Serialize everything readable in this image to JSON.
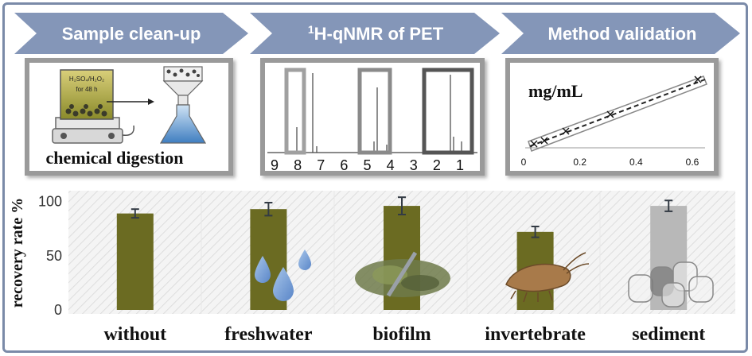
{
  "steps": [
    {
      "label": "Sample clean-up"
    },
    {
      "label_sup": "1",
      "label": "H-qNMR of PET"
    },
    {
      "label": "Method validation"
    }
  ],
  "panel1": {
    "beaker_text_1": "H₂SO₄/H₂O₂",
    "beaker_text_2": "for 48 h",
    "caption": "chemical digestion"
  },
  "panel2": {
    "axis_ticks": [
      "9",
      "8",
      "7",
      "6",
      "5",
      "4",
      "3",
      "2",
      "1"
    ]
  },
  "panel3": {
    "unit_label": "mg/mL",
    "axis_ticks": [
      "0",
      "0.2",
      "0.4",
      "0.6"
    ]
  },
  "colors": {
    "arrow": "#8496b8",
    "bar": "#6b6b22",
    "bar_sediment": "#b8b8b8",
    "frame": "#7a8aa8"
  },
  "chart_data": {
    "type": "bar",
    "categories": [
      "without",
      "freshwater",
      "biofilm",
      "invertebrate",
      "sediment"
    ],
    "values": [
      89,
      93,
      96,
      72,
      96
    ],
    "errors": [
      4,
      6,
      8,
      5,
      5
    ],
    "ylabel": "recovery rate %",
    "ylim": [
      0,
      110
    ],
    "yticks": [
      "0",
      "50",
      "100"
    ],
    "grid": false
  }
}
